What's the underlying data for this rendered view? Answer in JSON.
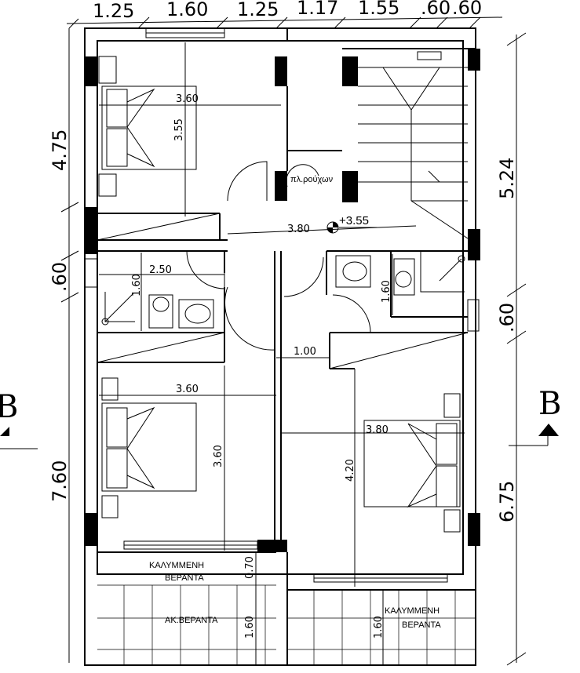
{
  "top_dimensions": [
    "1.25",
    "1.60",
    "1.25",
    "1.17",
    "1.55",
    ".60",
    ".60"
  ],
  "left_dimensions": {
    "upper": "4.75",
    "window": ".60",
    "lower": "7.60"
  },
  "right_dimensions": {
    "upper": "5.24",
    "window": ".60",
    "lower": "6.75"
  },
  "section_marks": {
    "left": "B",
    "right": "B"
  },
  "room_dimensions": {
    "bed1_width": "3.60",
    "bed1_depth": "3.55",
    "hall_length": "3.80",
    "bath1_width": "2.50",
    "bath1_depth": "1.60",
    "bath2_depth": "1.60",
    "corridor_width": "1.00",
    "bed2_width": "3.60",
    "bed2_depth": "3.60",
    "bed3_width": "3.80",
    "bed3_depth": "4.20",
    "veranda_depth_left": "1.60",
    "veranda_depth_right": "1.60",
    "veranda_offset": "0.70"
  },
  "level": "+3.55",
  "labels": {
    "laundry": "πλ.ρούχων",
    "covered_veranda_left_1": "ΚΑΛΥΜΜΕΝΗ",
    "covered_veranda_left_2": "ΒΕΡΑΝΤΑ",
    "open_veranda": "ΑΚ.ΒΕΡΑΝΤΑ",
    "covered_veranda_right_1": "ΚΑΛΥΜΜΕΝΗ",
    "covered_veranda_right_2": "ΒΕΡΑΝΤΑ"
  }
}
